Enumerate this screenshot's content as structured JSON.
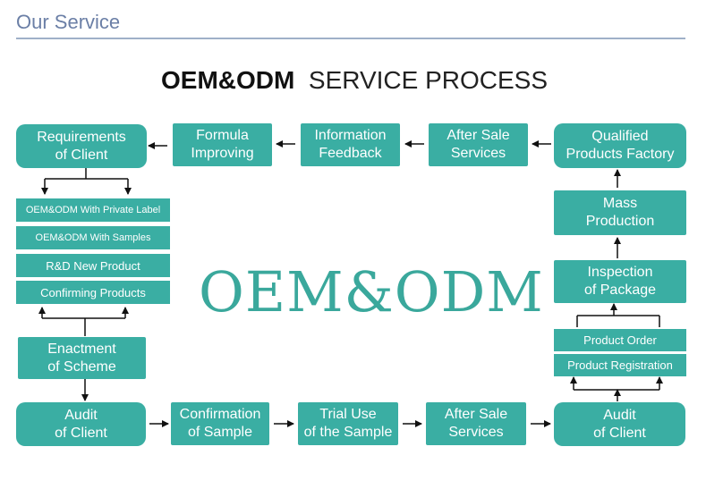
{
  "header": {
    "title": "Our Service"
  },
  "title": {
    "bold": "OEM&ODM",
    "rest": "SERVICE PROCESS"
  },
  "watermark": "OEM&ODM",
  "top_row": [
    "Requirements\nof Client",
    "Formula\nImproving",
    "Information\nFeedback",
    "After Sale\nServices",
    "Qualified\nProducts Factory"
  ],
  "left_options": [
    "OEM&ODM With Private Label",
    "OEM&ODM With Samples",
    "R&D New Product",
    "Confirming Products"
  ],
  "enactment": "Enactment\nof Scheme",
  "bottom_row": [
    "Audit\nof Client",
    "Confirmation\nof Sample",
    "Trial Use\nof the Sample",
    "After Sale\nServices",
    "Audit\nof Client"
  ],
  "right_column": {
    "mass": "Mass\nProduction",
    "inspection": "Inspection\nof Package",
    "order": "Product Order",
    "registration": "Product Registration"
  },
  "colors": {
    "box": "#3aaea3",
    "watermark": "#3aa89c",
    "header": "#6b7fa6"
  }
}
